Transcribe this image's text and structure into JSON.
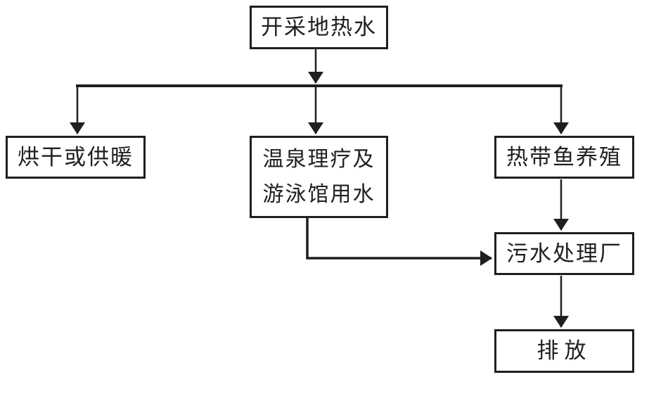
{
  "diagram": {
    "nodes": {
      "extract": {
        "label": "开采地热水"
      },
      "drying": {
        "label": "烘干或供暖"
      },
      "spa": {
        "line1": "温泉理疗及",
        "line2": "游泳馆用水"
      },
      "fish": {
        "label": "热带鱼养殖"
      },
      "sewage": {
        "label": "污水处理厂"
      },
      "discharge": {
        "label": "排放"
      }
    },
    "edges": [
      {
        "from": "开采地热水",
        "to": "烘干或供暖"
      },
      {
        "from": "开采地热水",
        "to": "温泉理疗及游泳馆用水"
      },
      {
        "from": "开采地热水",
        "to": "热带鱼养殖"
      },
      {
        "from": "温泉理疗及游泳馆用水",
        "to": "污水处理厂"
      },
      {
        "from": "热带鱼养殖",
        "to": "污水处理厂"
      },
      {
        "from": "污水处理厂",
        "to": "排放"
      }
    ],
    "colors": {
      "line": "#1f1f1f",
      "box_background": "#ffffff"
    }
  }
}
